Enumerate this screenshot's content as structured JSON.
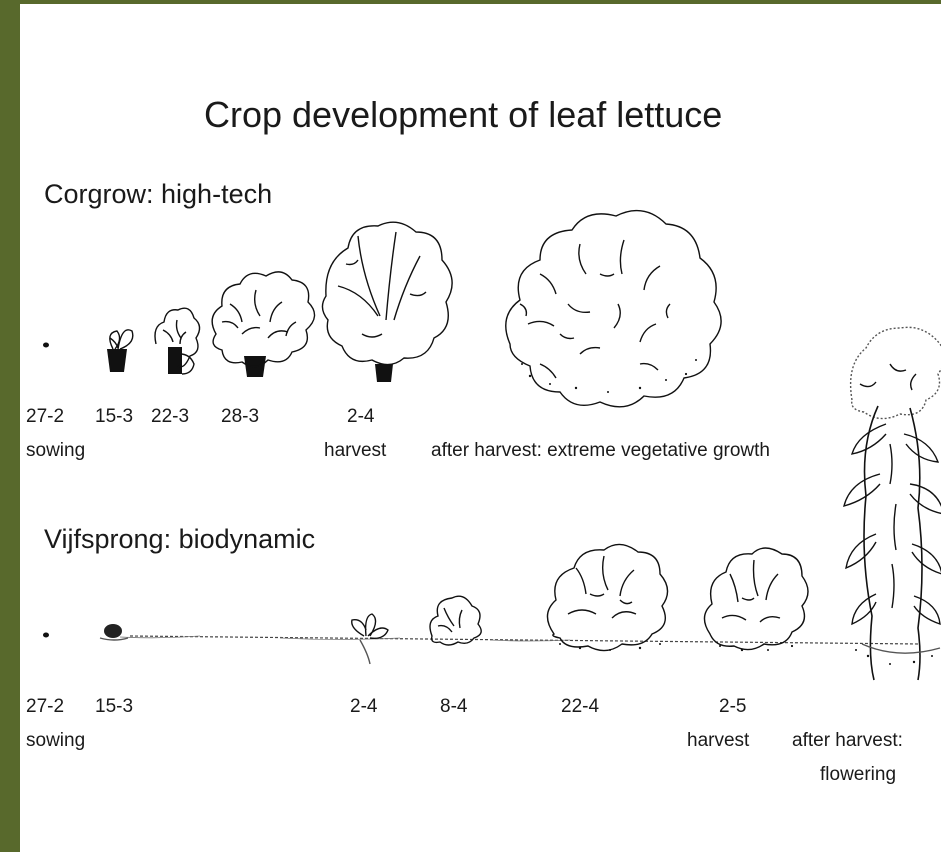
{
  "title": "Crop development of leaf lettuce",
  "frame_color": "#58692c",
  "rows": [
    {
      "heading": "Corgrow: high-tech",
      "dates": [
        "27-2",
        "15-3",
        "22-3",
        "28-3",
        "2-4"
      ],
      "notes": [
        "sowing",
        "harvest",
        "after harvest: extreme vegetative growth"
      ]
    },
    {
      "heading": "Vijfsprong: biodynamic",
      "dates": [
        "27-2",
        "15-3",
        "2-4",
        "8-4",
        "22-4",
        "2-5"
      ],
      "notes": [
        "sowing",
        "harvest",
        "after harvest:",
        "flowering"
      ]
    }
  ]
}
